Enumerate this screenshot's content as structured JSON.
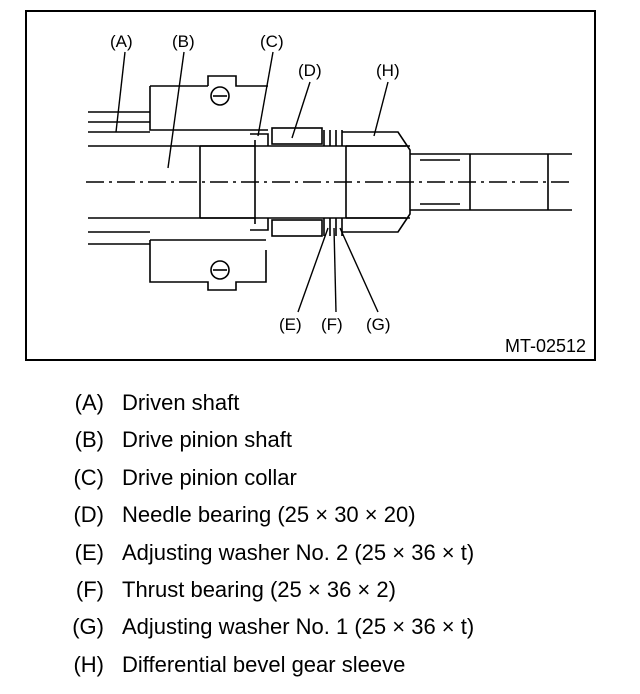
{
  "figure": {
    "id": "MT-02512",
    "callouts": {
      "A": "(A)",
      "B": "(B)",
      "C": "(C)",
      "D": "(D)",
      "E": "(E)",
      "F": "(F)",
      "G": "(G)",
      "H": "(H)"
    }
  },
  "legend": [
    {
      "key": "(A)",
      "text": "Driven shaft"
    },
    {
      "key": "(B)",
      "text": "Drive pinion shaft"
    },
    {
      "key": "(C)",
      "text": "Drive pinion collar"
    },
    {
      "key": "(D)",
      "text": "Needle bearing (25 × 30 × 20)"
    },
    {
      "key": "(E)",
      "text": "Adjusting washer No. 2 (25 × 36 × t)"
    },
    {
      "key": "(F)",
      "text": "Thrust bearing (25 × 36 × 2)"
    },
    {
      "key": "(G)",
      "text": "Adjusting washer No. 1 (25 × 36 × t)"
    },
    {
      "key": "(H)",
      "text": "Differential bevel gear sleeve"
    }
  ]
}
